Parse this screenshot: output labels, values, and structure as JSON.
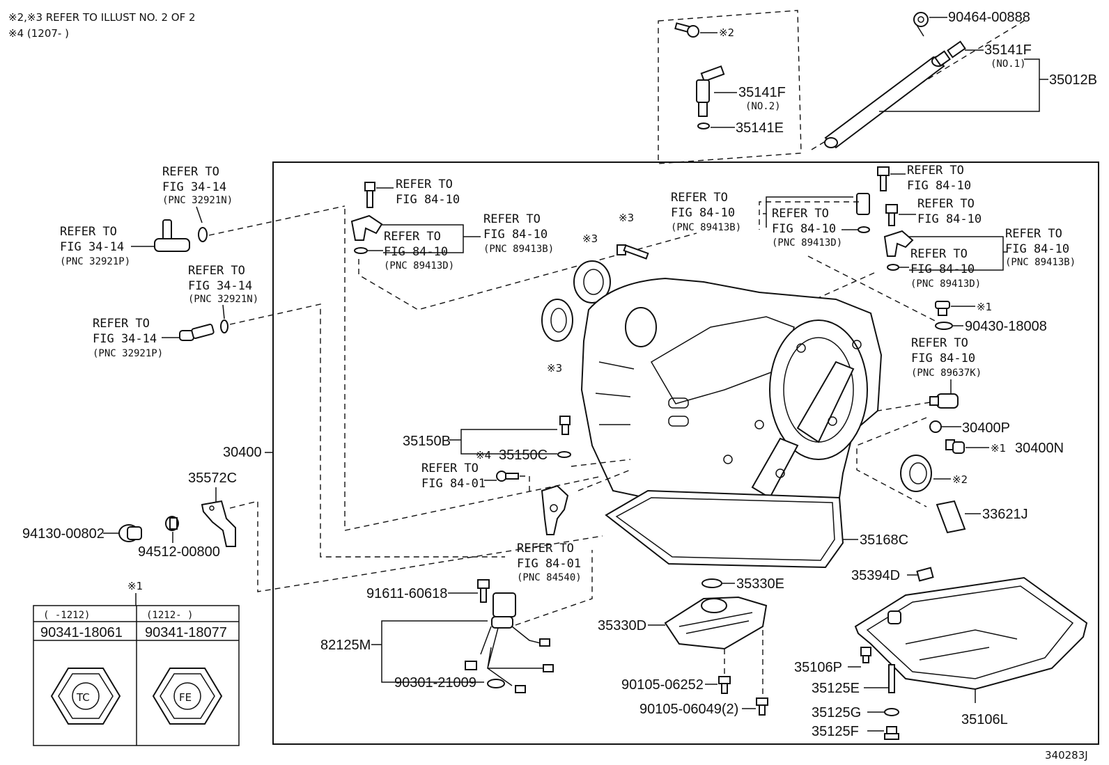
{
  "notes": {
    "line1": "※2,※3 REFER TO ILLUST NO. 2 OF 2",
    "line2": "※4 (1207-      )"
  },
  "drawing_number": "340283J",
  "parts": {
    "p90464_00888": "90464-00888",
    "p35141F_1": "35141F",
    "p35141F_1_sub": "(NO.1)",
    "p35012B": "35012B",
    "p35141F_2": "35141F",
    "p35141F_2_sub": "(NO.2)",
    "p35141E": "35141E",
    "p90430_18008": "90430-18008",
    "p30400P": "30400P",
    "p30400N": "30400N",
    "p33621J": "33621J",
    "p35168C": "35168C",
    "p35394D": "35394D",
    "p35330E": "35330E",
    "p35330D": "35330D",
    "p35106P": "35106P",
    "p35125E": "35125E",
    "p35125G": "35125G",
    "p35125F": "35125F",
    "p35106L": "35106L",
    "p90105_06252": "90105-06252",
    "p90105_06049": "90105-06049(2)",
    "p91611_60618": "91611-60618",
    "p82125M": "82125M",
    "p90301_21009": "90301-21009",
    "p35150B": "35150B",
    "p35150C": "35150C",
    "p30400": "30400",
    "p35572C": "35572C",
    "p94130_00802": "94130-00802",
    "p94512_00800": "94512-00800"
  },
  "marks": {
    "m1": "※1",
    "m2": "※2",
    "m3": "※3",
    "m4": "※4"
  },
  "refs": {
    "refer_to": "REFER TO",
    "fig_34_14": "FIG 34-14",
    "fig_84_10": "FIG 84-10",
    "fig_84_01": "FIG 84-01",
    "pnc_32921N": "(PNC 32921N)",
    "pnc_32921P": "(PNC 32921P)",
    "pnc_89413B": "(PNC 89413B)",
    "pnc_89413D": "(PNC 89413D)",
    "pnc_89637K": "(PNC 89637K)",
    "pnc_84540": "(PNC 84540)"
  },
  "table": {
    "col1_header": "(      -1212)",
    "col2_header": "(1212-      )",
    "col1_part": "90341-18061",
    "col2_part": "90341-18077",
    "col1_code": "TC",
    "col2_code": "FE"
  }
}
